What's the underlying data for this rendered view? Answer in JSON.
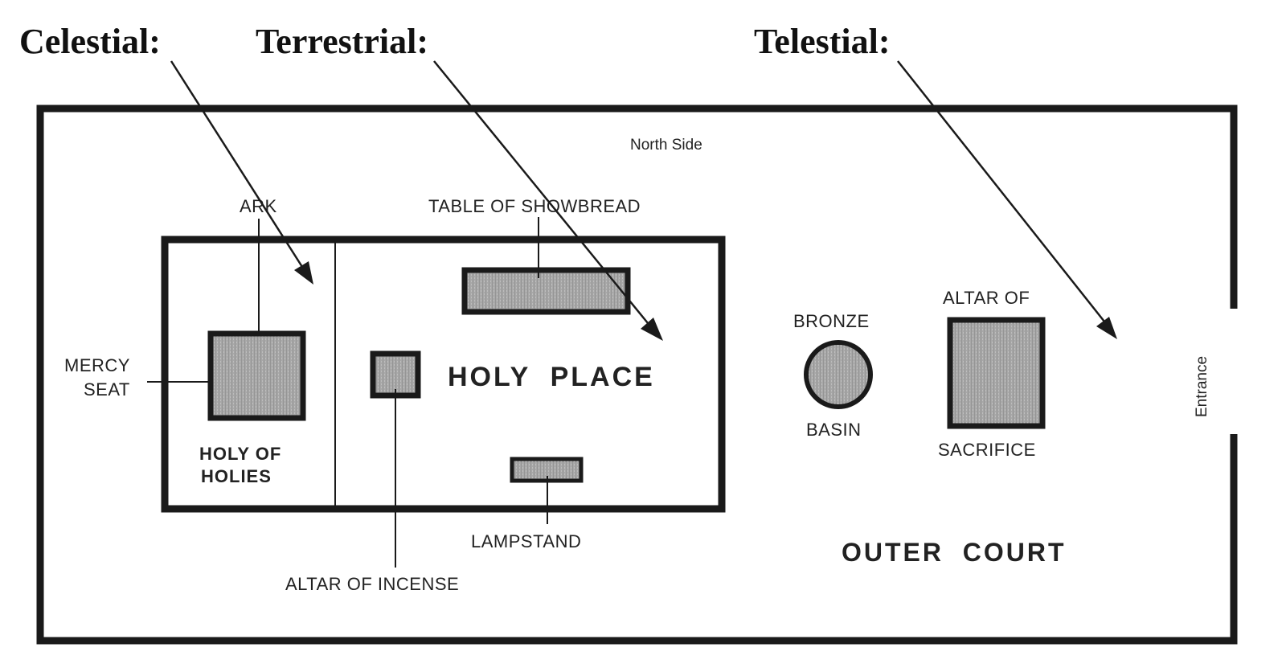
{
  "headings": {
    "celestial": "Celestial:",
    "terrestrial": "Terrestrial:",
    "telestial": "Telestial:"
  },
  "labels": {
    "north_side": "North Side",
    "ark": "ARK",
    "table_of_showbread": "TABLE OF SHOWBREAD",
    "mercy_seat_line1": "MERCY",
    "mercy_seat_line2": "SEAT",
    "holy_of_holies_line1": "HOLY OF",
    "holy_of_holies_line2": "HOLIES",
    "holy_place": "HOLY  PLACE",
    "altar_of_incense": "ALTAR OF INCENSE",
    "lampstand": "LAMPSTAND",
    "bronze": "BRONZE",
    "basin": "BASIN",
    "altar_of": "ALTAR OF",
    "sacrifice": "SACRIFICE",
    "outer_court": "OUTER  COURT",
    "entrance": "Entrance"
  },
  "colors": {
    "ink": "#1a1a1a",
    "fill_gray": "#a6a6a6"
  }
}
